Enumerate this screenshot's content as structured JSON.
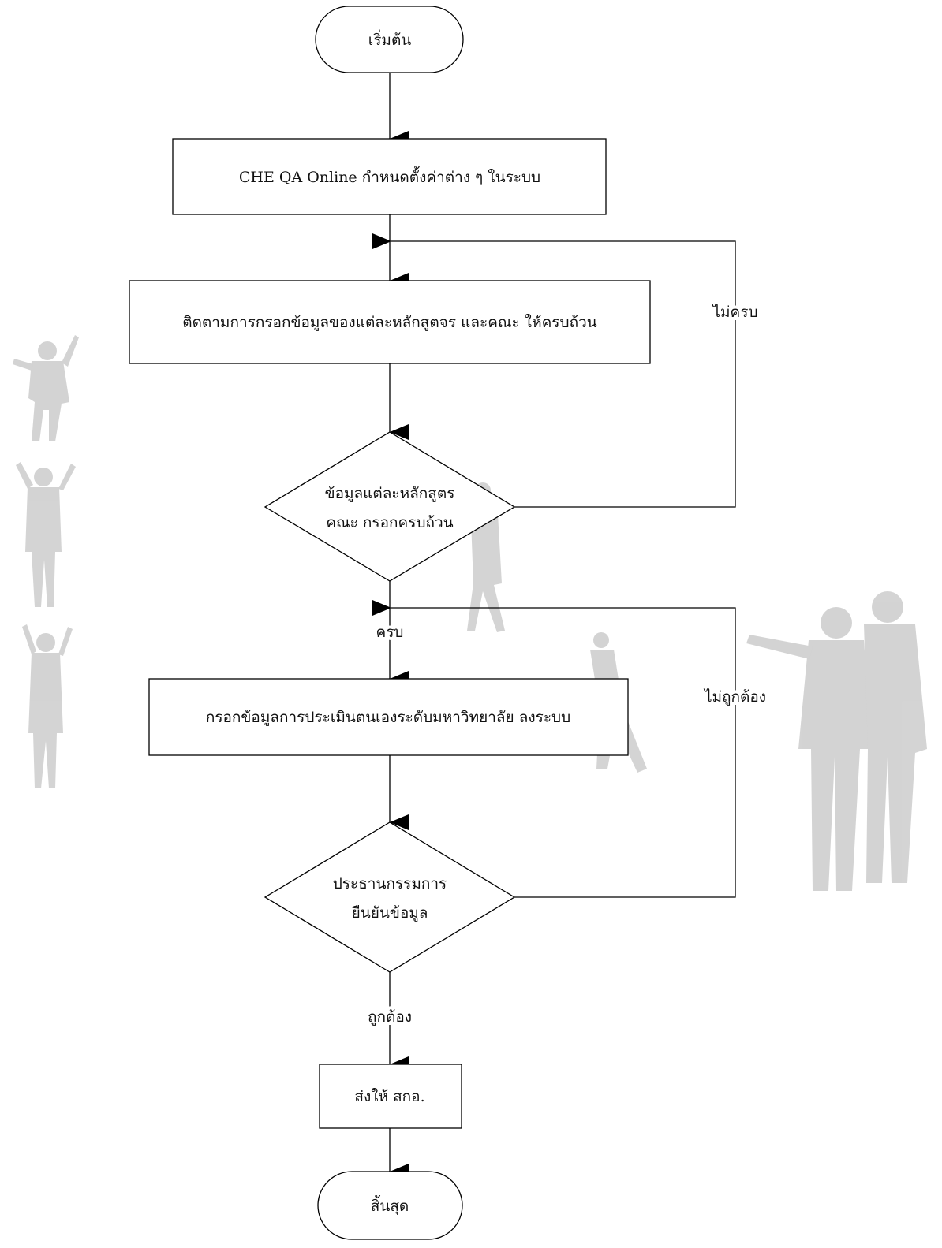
{
  "colors": {
    "stroke": "#000000",
    "fill": "#ffffff",
    "text": "#111111",
    "figure": "#3a3a3a"
  },
  "icons": {
    "figures_left": "business-people-stacked-figures-icon",
    "figures_right": "two-businessmen-pointing-icon"
  },
  "nodes": {
    "start": "เริ่มต้น",
    "setup": "CHE QA Online กำหนดตั้งค่าต่าง ๆ ในระบบ",
    "monitor": "ติดตามการกรอกข้อมูลของแต่ละหลักสูตจร และคณะ ให้ครบถ้วน",
    "check_complete": [
      "ข้อมูลแต่ละหลักสูตร",
      "คณะ กรอกครบถ้วน"
    ],
    "fill_university": "กรอกข้อมูลการประเมินตนเองระดับมหาวิทยาลัย ลงระบบ",
    "check_confirm": [
      "ประธานกรรมการ",
      "ยืนยันข้อมูล"
    ],
    "send": "ส่งให้ สกอ.",
    "end": "สิ้นสุด"
  },
  "edges": {
    "incomplete": "ไม่ครบ",
    "complete": "ครบ",
    "incorrect": "ไม่ถูกต้อง",
    "correct": "ถูกต้อง"
  }
}
